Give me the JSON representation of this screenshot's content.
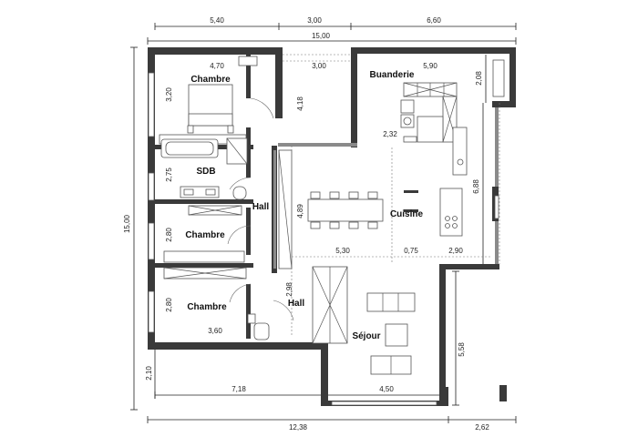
{
  "plan": {
    "rooms": {
      "chambre_1": "Chambre",
      "sdb": "SDB",
      "chambre_2": "Chambre",
      "chambre_3": "Chambre",
      "hall_1": "Hall",
      "hall_2": "Hall",
      "buanderie": "Buanderie",
      "cuisine": "Cuisine",
      "sejour": "Séjour"
    },
    "dimensions": {
      "top_1": "5,40",
      "top_2": "3,00",
      "top_3": "6,60",
      "top_total": "15,00",
      "chambre1_width": "4,70",
      "gap_width": "3,00",
      "buanderie_width": "5,90",
      "right_2_08": "2,08",
      "chambre1_height": "3,20",
      "gap_height": "4,18",
      "buanderie_2_32": "2,32",
      "sdb_height": "2,75",
      "right_6_88": "6,88",
      "cuisine_4_89": "4,89",
      "chambre2_height": "2,80",
      "cuisine_5_30": "5,30",
      "cuisine_0_75": "0,75",
      "cuisine_2_90": "2,90",
      "hall_2_98": "2,98",
      "chambre3_height": "2,80",
      "chambre3_width": "3,60",
      "left_total": "15,00",
      "sejour_5_58": "5,58",
      "left_2_10": "2,10",
      "bottom_7_18": "7,18",
      "bottom_4_50": "4,50",
      "bottom_12_38": "12,38",
      "bottom_2_62": "2,62"
    }
  }
}
